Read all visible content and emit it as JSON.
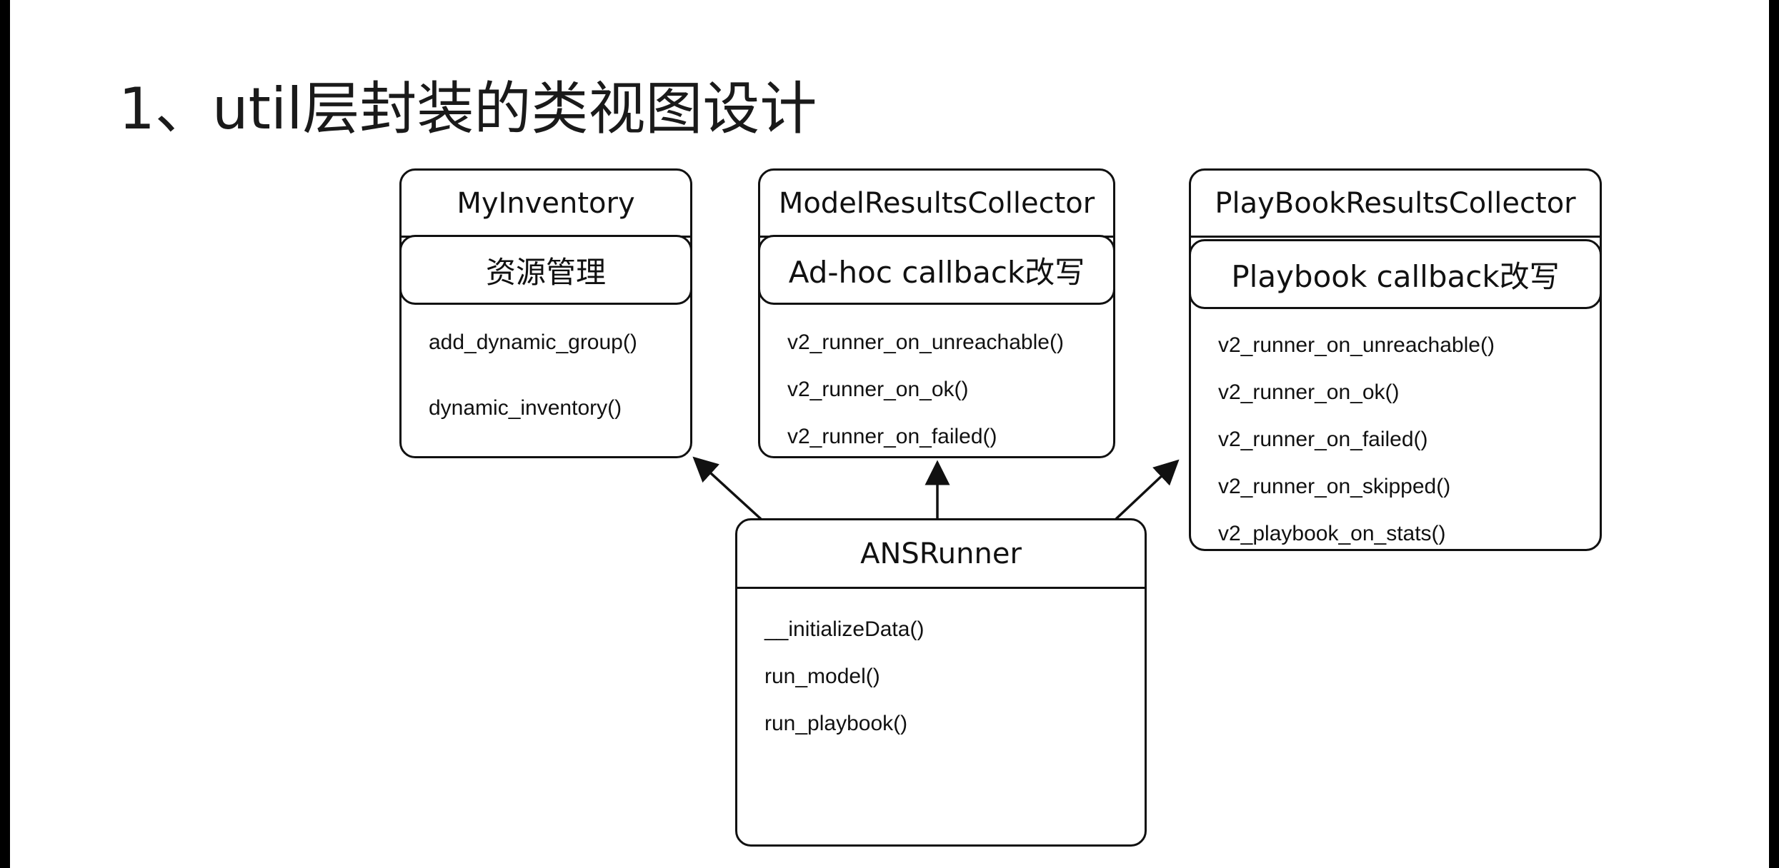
{
  "title": "1、util层封装的类视图设计",
  "boxes": {
    "inventory": {
      "name": "MyInventory",
      "subtitle": "资源管理",
      "methods": [
        "add_dynamic_group()",
        "dynamic_inventory()"
      ]
    },
    "model": {
      "name": "ModelResultsCollector",
      "subtitle": "Ad-hoc callback改写",
      "methods": [
        "v2_runner_on_unreachable()",
        "v2_runner_on_ok()",
        "v2_runner_on_failed()"
      ]
    },
    "playbook": {
      "name": "PlayBookResultsCollector",
      "subtitle": "Playbook callback改写",
      "methods": [
        "v2_runner_on_unreachable()",
        "v2_runner_on_ok()",
        "v2_runner_on_failed()",
        "v2_runner_on_skipped()",
        "v2_playbook_on_stats()"
      ]
    },
    "runner": {
      "name": "ANSRunner",
      "methods": [
        "__initializeData()",
        "run_model()",
        "run_playbook()"
      ]
    }
  }
}
